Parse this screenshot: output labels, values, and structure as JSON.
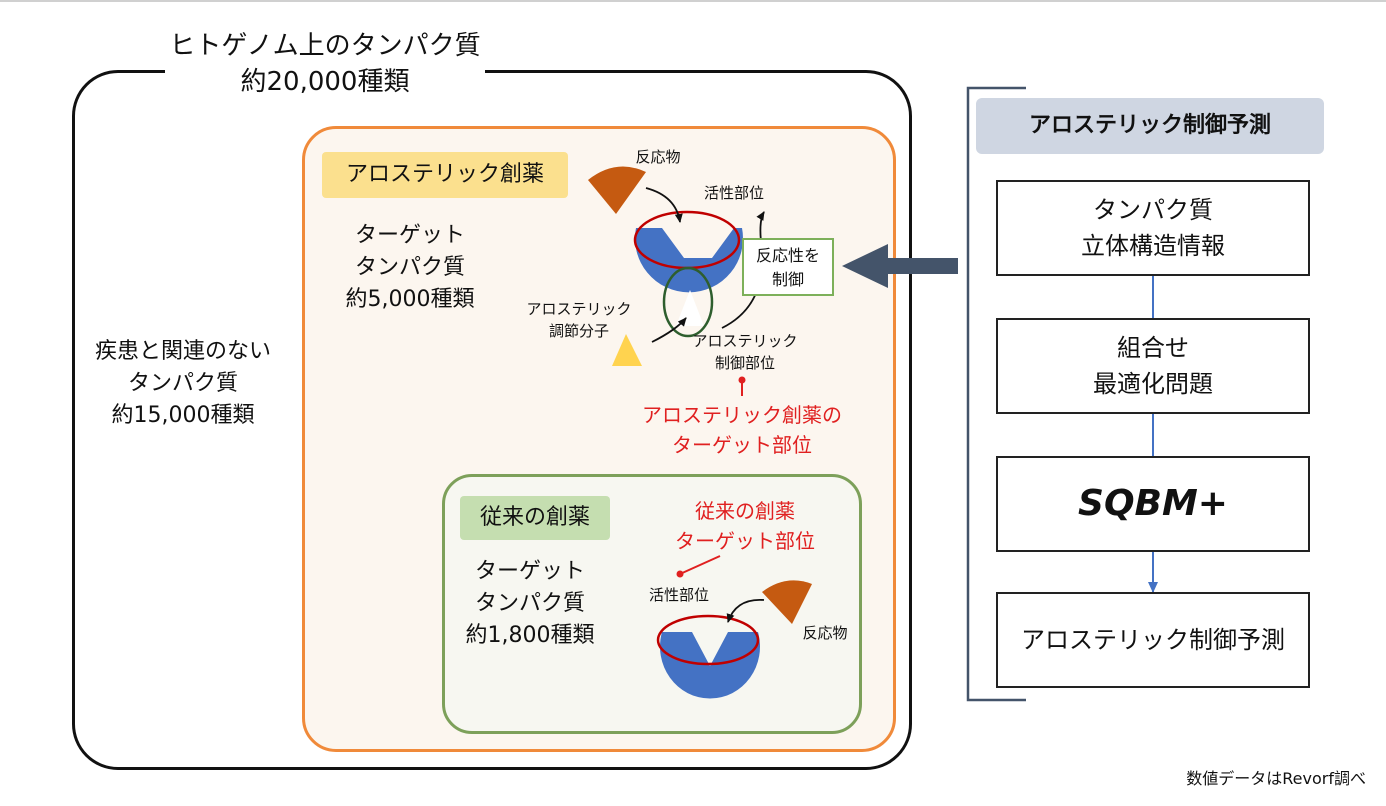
{
  "outer": {
    "title_line1": "ヒトゲノム上のタンパク質",
    "title_line2": "約20,000種類"
  },
  "non_disease": {
    "line1": "疾患と関連のない",
    "line2": "タンパク質",
    "line3": "約15,000種類"
  },
  "allosteric": {
    "tag": "アロステリック創薬",
    "target_line1": "ターゲット",
    "target_line2": "タンパク質",
    "target_line3": "約5,000種類",
    "reactant": "反応物",
    "active_site": "活性部位",
    "modulator_line1": "アロステリック",
    "modulator_line2": "調節分子",
    "allo_site_line1": "アロステリック",
    "allo_site_line2": "制御部位",
    "control_line1": "反応性を",
    "control_line2": "制御",
    "target_site_line1": "アロステリック創薬の",
    "target_site_line2": "ターゲット部位"
  },
  "conventional": {
    "tag": "従来の創薬",
    "target_line1": "ターゲット",
    "target_line2": "タンパク質",
    "target_line3": "約1,800種類",
    "target_site_line1": "従来の創薬",
    "target_site_line2": "ターゲット部位",
    "active_site": "活性部位",
    "reactant": "反応物"
  },
  "prediction": {
    "header": "アロステリック制御予測",
    "steps": [
      {
        "line1": "タンパク質",
        "line2": "立体構造情報"
      },
      {
        "line1": "組合せ",
        "line2": "最適化問題"
      },
      {
        "line1": "SQBM+"
      },
      {
        "line1": "アロステリック制御予測"
      }
    ]
  },
  "footer": "数値データはRevorf調べ",
  "colors": {
    "protein": "#4472c4",
    "reactant": "#c55a11",
    "modulator": "#ffd34f",
    "outline_red": "#c00000",
    "outline_green": "#2e5e2e",
    "arrow": "#44546a"
  }
}
